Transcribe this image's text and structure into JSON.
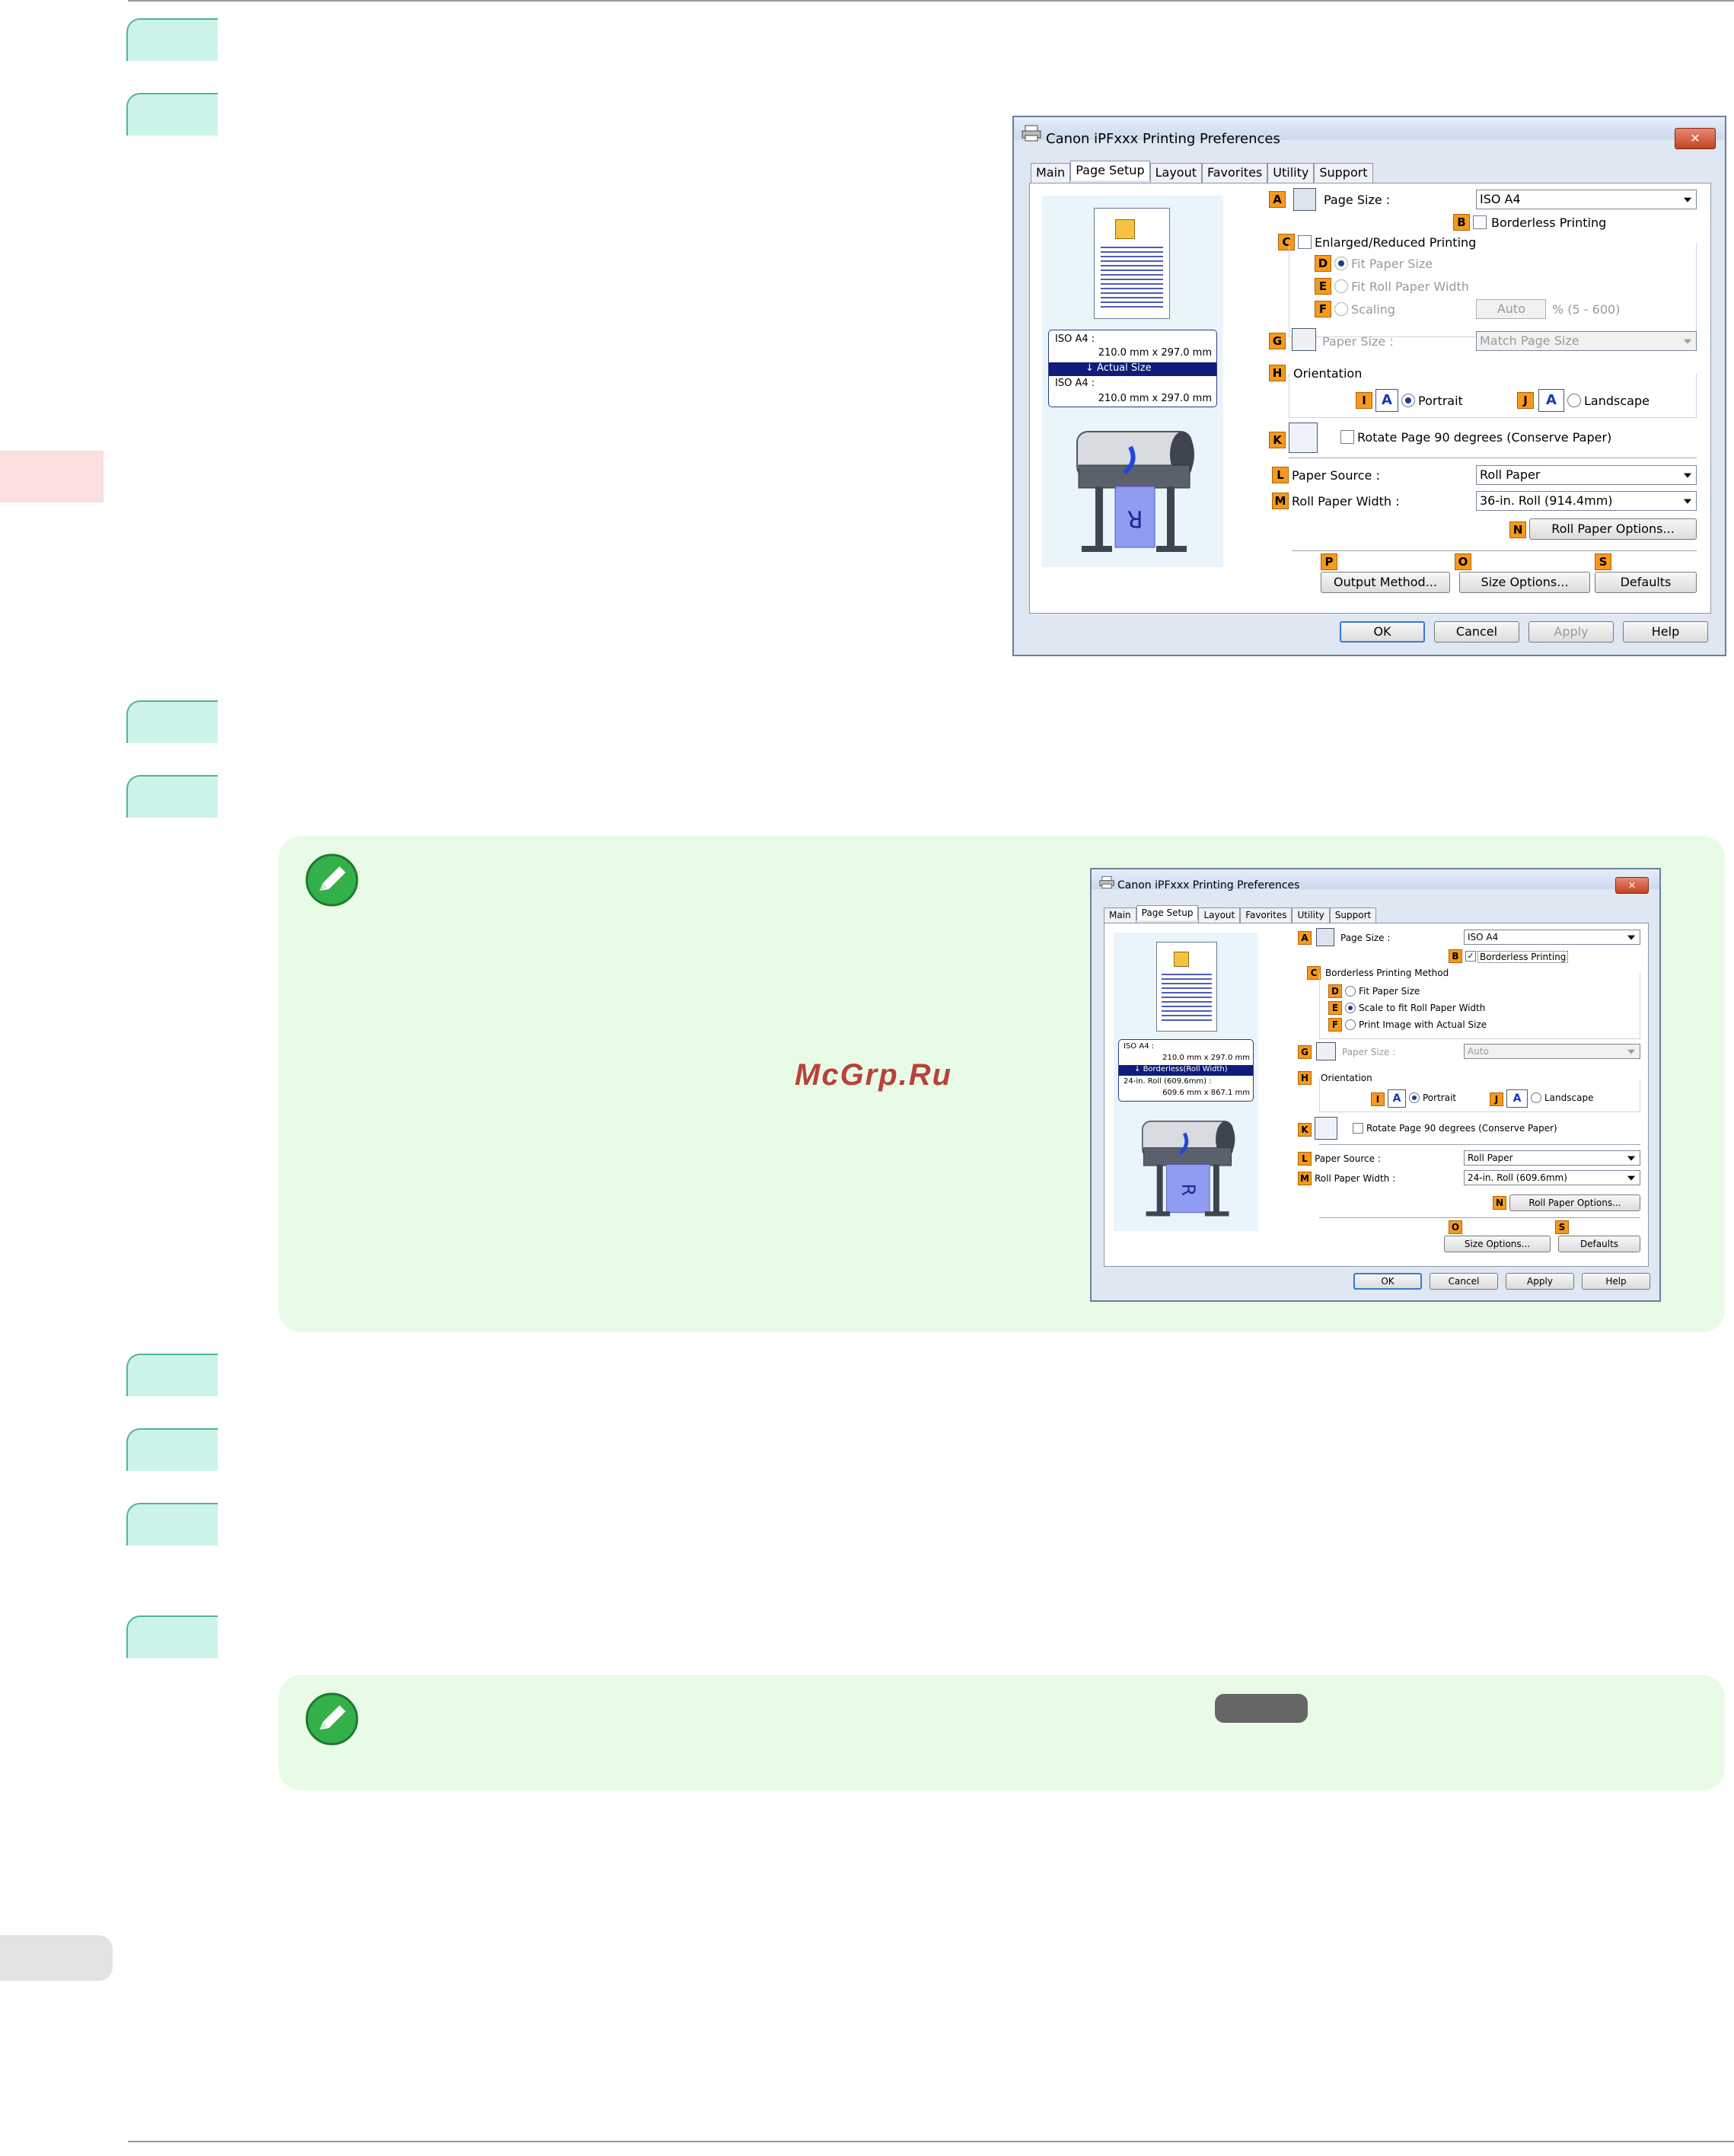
{
  "watermark": "McGrp.Ru",
  "dialog1": {
    "title": "Canon iPFxxx Printing Preferences",
    "close_label": "✕",
    "tabs": [
      "Main",
      "Page Setup",
      "Layout",
      "Favorites",
      "Utility",
      "Support"
    ],
    "info": {
      "line1": "ISO A4 :",
      "line2": "210.0 mm x 297.0 mm",
      "line3": "Actual Size",
      "line4": "ISO A4 :",
      "line5": "210.0 mm x 297.0 mm"
    },
    "keys": {
      "A": "A",
      "B": "B",
      "C": "C",
      "D": "D",
      "E": "E",
      "F": "F",
      "G": "G",
      "H": "H",
      "I": "I",
      "J": "J",
      "K": "K",
      "L": "L",
      "M": "M",
      "N": "N",
      "O": "O",
      "P": "P",
      "S": "S"
    },
    "page_size_label": "Page Size :",
    "page_size_value": "ISO A4",
    "borderless_label": "Borderless Printing",
    "enlarged_label": "Enlarged/Reduced Printing",
    "fit_paper_label": "Fit Paper Size",
    "fit_roll_label": "Fit Roll Paper Width",
    "scaling_label": "Scaling",
    "scaling_value": "Auto",
    "scaling_range": "% (5 - 600)",
    "paper_size_label": "Paper Size :",
    "paper_size_value": "Match Page Size",
    "orientation_label": "Orientation",
    "portrait_label": "Portrait",
    "landscape_label": "Landscape",
    "rotate_label": "Rotate Page 90 degrees (Conserve Paper)",
    "paper_source_label": "Paper Source :",
    "paper_source_value": "Roll Paper",
    "roll_width_label": "Roll Paper Width :",
    "roll_width_value": "36-in. Roll (914.4mm)",
    "roll_options": "Roll Paper Options...",
    "output_method": "Output Method...",
    "size_options": "Size Options...",
    "defaults": "Defaults",
    "ok": "OK",
    "cancel": "Cancel",
    "apply": "Apply",
    "help": "Help",
    "orient_glyph": "A",
    "printer_sheet_letter": "R"
  },
  "dialog2": {
    "title": "Canon iPFxxx Printing Preferences",
    "close_label": "✕",
    "tabs": [
      "Main",
      "Page Setup",
      "Layout",
      "Favorites",
      "Utility",
      "Support"
    ],
    "info": {
      "line1": "ISO A4 :",
      "line2": "210.0 mm x 297.0 mm",
      "line3": "Borderless(Roll Width)",
      "line4": "24-in. Roll (609.6mm) :",
      "line5": "609.6 mm x 867.1 mm"
    },
    "keys": {
      "A": "A",
      "B": "B",
      "C": "C",
      "D": "D",
      "E": "E",
      "F": "F",
      "G": "G",
      "H": "H",
      "I": "I",
      "J": "J",
      "K": "K",
      "L": "L",
      "M": "M",
      "N": "N",
      "O": "O",
      "S": "S"
    },
    "page_size_label": "Page Size :",
    "page_size_value": "ISO A4",
    "borderless_label": "Borderless Printing",
    "method_label": "Borderless Printing Method",
    "fit_paper_label": "Fit Paper Size",
    "scale_roll_label": "Scale to fit Roll Paper Width",
    "actual_size_label": "Print Image with Actual Size",
    "paper_size_label": "Paper Size :",
    "paper_size_value": "Auto",
    "orientation_label": "Orientation",
    "portrait_label": "Portrait",
    "landscape_label": "Landscape",
    "rotate_label": "Rotate Page 90 degrees (Conserve Paper)",
    "paper_source_label": "Paper Source :",
    "paper_source_value": "Roll Paper",
    "roll_width_label": "Roll Paper Width :",
    "roll_width_value": "24-in. Roll (609.6mm)",
    "roll_options": "Roll Paper Options...",
    "size_options": "Size Options...",
    "defaults": "Defaults",
    "ok": "OK",
    "cancel": "Cancel",
    "apply": "Apply",
    "help": "Help",
    "orient_glyph": "A",
    "printer_sheet_letter": "R"
  },
  "colors": {
    "step_fill": "#ccf3ea",
    "note_fill": "#e8fbe6",
    "key_orange": "#f59a1d",
    "watermark": "#b9413a"
  },
  "icons": [
    "pencil-note-icon",
    "printer-icon",
    "close-icon",
    "page-size-icon",
    "paper-size-icon",
    "portrait-icon",
    "landscape-icon",
    "rotate-icon"
  ]
}
